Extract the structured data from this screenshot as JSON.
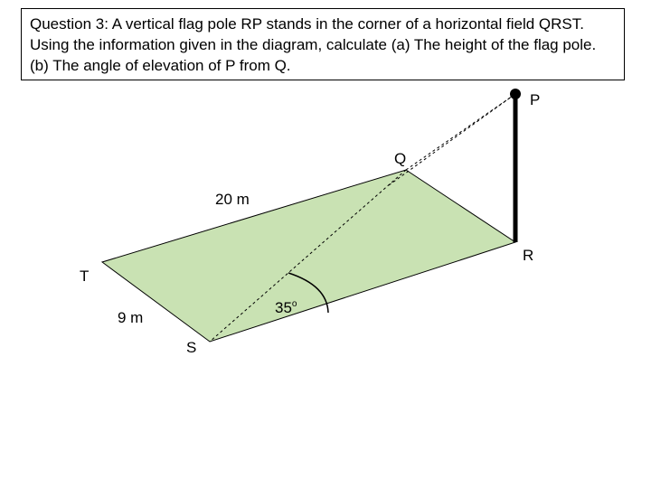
{
  "question": {
    "text": "Question 3: A vertical flag pole RP stands in the corner of a horizontal field QRST. Using the information given in the diagram, calculate (a) The height of the flag pole. (b) The angle of elevation of P from Q."
  },
  "diagram": {
    "colors": {
      "field_fill": "#c9e2b3",
      "stroke": "#000000"
    },
    "points": {
      "P": "P",
      "Q": "Q",
      "R": "R",
      "S": "S",
      "T": "T"
    },
    "measurements": {
      "qr_length": "20 m",
      "st_length": "9 m",
      "angle_value": "35",
      "angle_unit": "o"
    }
  }
}
